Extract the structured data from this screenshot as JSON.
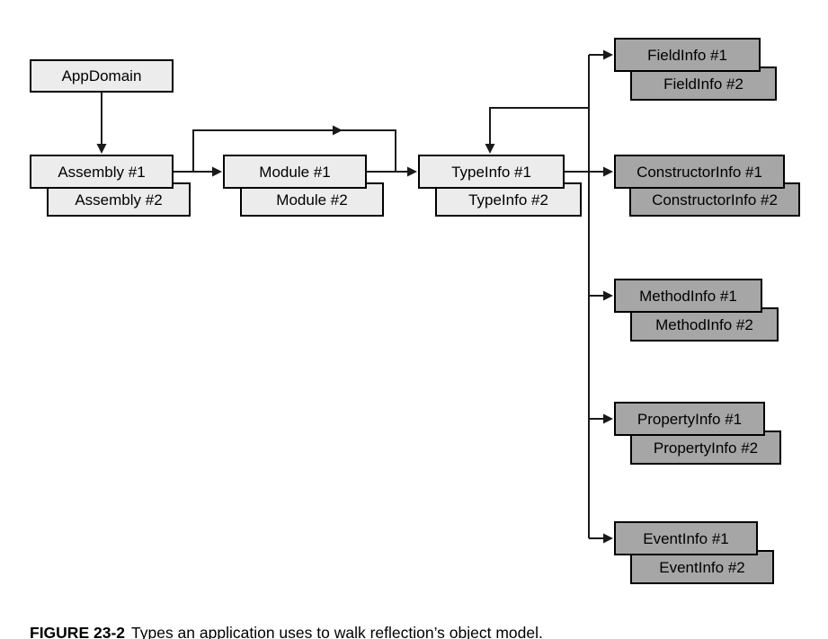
{
  "diagram": {
    "nodes": {
      "appdomain": {
        "label": "AppDomain"
      },
      "assembly1": {
        "label": "Assembly #1"
      },
      "assembly2": {
        "label": "Assembly #2"
      },
      "module1": {
        "label": "Module #1"
      },
      "module2": {
        "label": "Module #2"
      },
      "typeinfo1": {
        "label": "TypeInfo #1"
      },
      "typeinfo2": {
        "label": "TypeInfo #2"
      },
      "fieldinfo1": {
        "label": "FieldInfo #1"
      },
      "fieldinfo2": {
        "label": "FieldInfo #2"
      },
      "constructorinfo1": {
        "label": "ConstructorInfo #1"
      },
      "constructorinfo2": {
        "label": "ConstructorInfo #2"
      },
      "methodinfo1": {
        "label": "MethodInfo #1"
      },
      "methodinfo2": {
        "label": "MethodInfo #2"
      },
      "propertyinfo1": {
        "label": "PropertyInfo #1"
      },
      "propertyinfo2": {
        "label": "PropertyInfo #2"
      },
      "eventinfo1": {
        "label": "EventInfo #1"
      },
      "eventinfo2": {
        "label": "EventInfo #2"
      }
    },
    "edges": [
      "AppDomain → Assembly #1",
      "Assembly #1 → Module #1",
      "Module #1 → TypeInfo #1",
      "Assembly #1 → TypeInfo #1 (bypass routed over Module boxes)",
      "TypeInfo #1 → FieldInfo #1",
      "TypeInfo #1 → ConstructorInfo #1",
      "TypeInfo #1 → MethodInfo #1",
      "TypeInfo #1 → PropertyInfo #1",
      "TypeInfo #1 → EventInfo #1",
      "Member trunk → TypeInfo #1 (arrow into top of box)"
    ],
    "colors": {
      "light_box_fill": "#ececec",
      "dark_box_fill": "#a6a6a6",
      "border": "#000000",
      "line": "#1a1a1a",
      "background": "#ffffff"
    },
    "caption": {
      "figure_label": "FIGURE 23-2",
      "text": "Types an application uses to walk reflection’s object model."
    }
  }
}
